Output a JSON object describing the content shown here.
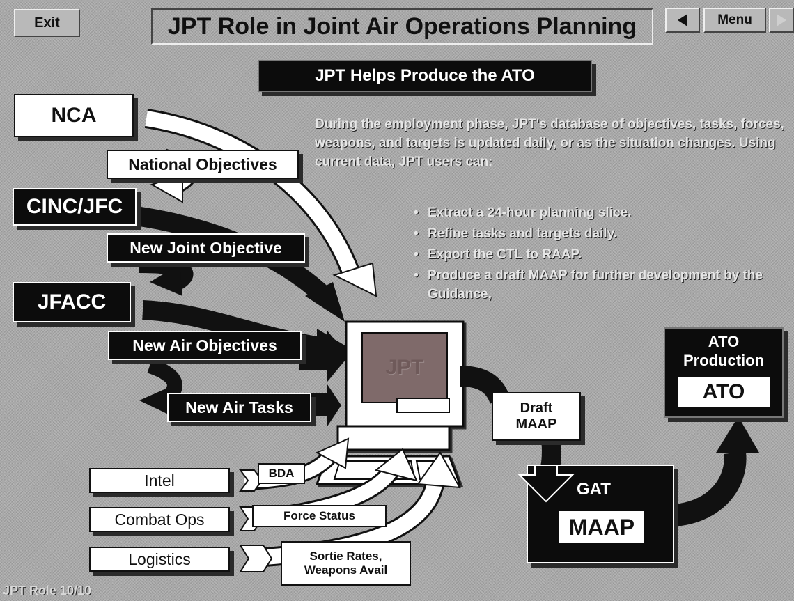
{
  "nav": {
    "exit_label": "Exit",
    "menu_label": "Menu",
    "back_icon": "left-triangle",
    "forward_icon": "right-triangle"
  },
  "title": "JPT Role in Joint Air Operations Planning",
  "subtitle": "JPT Helps Produce the ATO",
  "description": {
    "intro": "During the employment phase, JPT's database of objectives, tasks, forces, weapons, and targets is updated daily, or as the situation changes.  Using current data, JPT users can:",
    "bullets": [
      "Extract a 24-hour planning slice.",
      "Refine tasks and targets daily.",
      "Export the CTL to RAAP.",
      "Produce a draft MAAP for further development by the Guidance,"
    ]
  },
  "entities": {
    "nca": "NCA",
    "cinc_jfc": "CINC/JFC",
    "jfacc": "JFACC"
  },
  "flows": {
    "national_objectives": "National Objectives",
    "new_joint_objective": "New Joint Objective",
    "new_air_objectives": "New Air Objectives",
    "new_air_tasks": "New Air Tasks"
  },
  "computer": {
    "label": "JPT",
    "icon": "computer-workstation-icon"
  },
  "inputs": {
    "intel": "Intel",
    "combat_ops": "Combat Ops",
    "logistics": "Logistics",
    "bda": "BDA",
    "force_status": "Force Status",
    "sortie_rates": "Sortie Rates,",
    "weapons_avail": "Weapons Avail"
  },
  "outputs": {
    "draft_maap_line1": "Draft",
    "draft_maap_line2": "MAAP",
    "gat": "GAT",
    "maap": "MAAP",
    "ato_production_line1": "ATO",
    "ato_production_line2": "Production",
    "ato": "ATO"
  },
  "footer": {
    "slide_label": "JPT Role 10/10"
  },
  "colors": {
    "background": "#a9a9a9",
    "black": "#0c0c0c",
    "white": "#ffffff"
  }
}
